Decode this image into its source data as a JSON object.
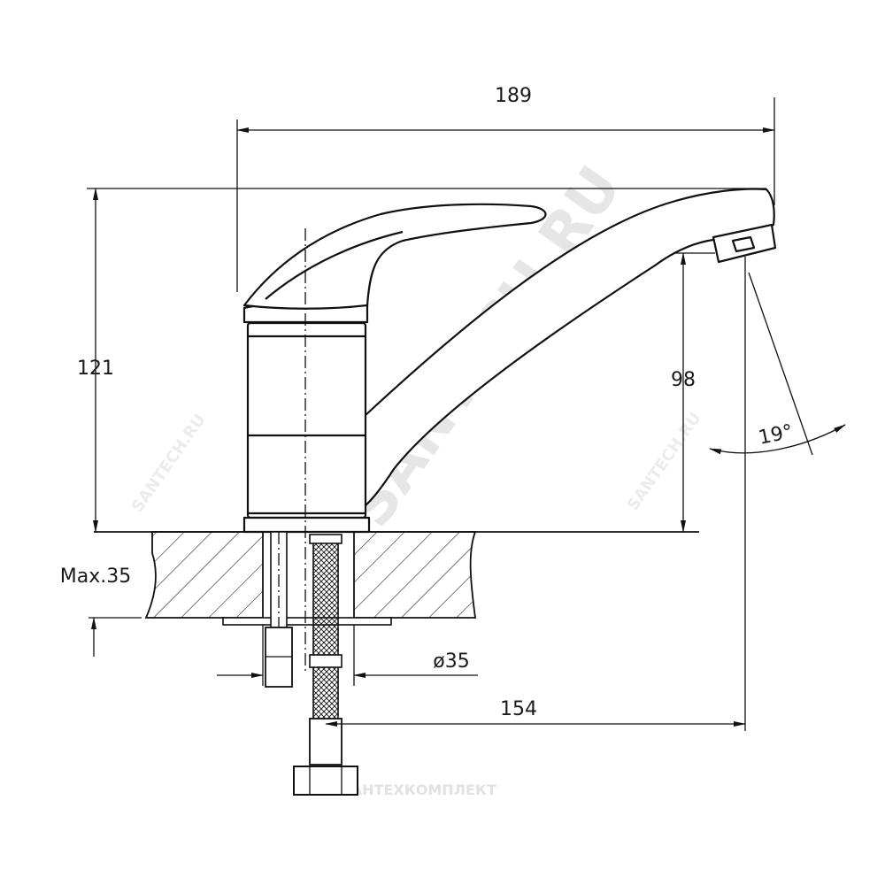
{
  "dimensions": {
    "overall_length": "189",
    "overall_height": "121",
    "spout_clearance": "98",
    "max_countertop": "Max.35",
    "mount_hole": "ø35",
    "spout_reach": "154",
    "spout_angle": "19°"
  },
  "watermarks": {
    "diagonal": "SANTECH.RU",
    "small_left": "SANTECH.RU",
    "small_right": "SANTECH.RU",
    "bottom": "САНТЕХКОМПЛЕКТ"
  },
  "colors": {
    "line": "#111111",
    "background": "#ffffff",
    "watermark": "#e6e6e6"
  }
}
